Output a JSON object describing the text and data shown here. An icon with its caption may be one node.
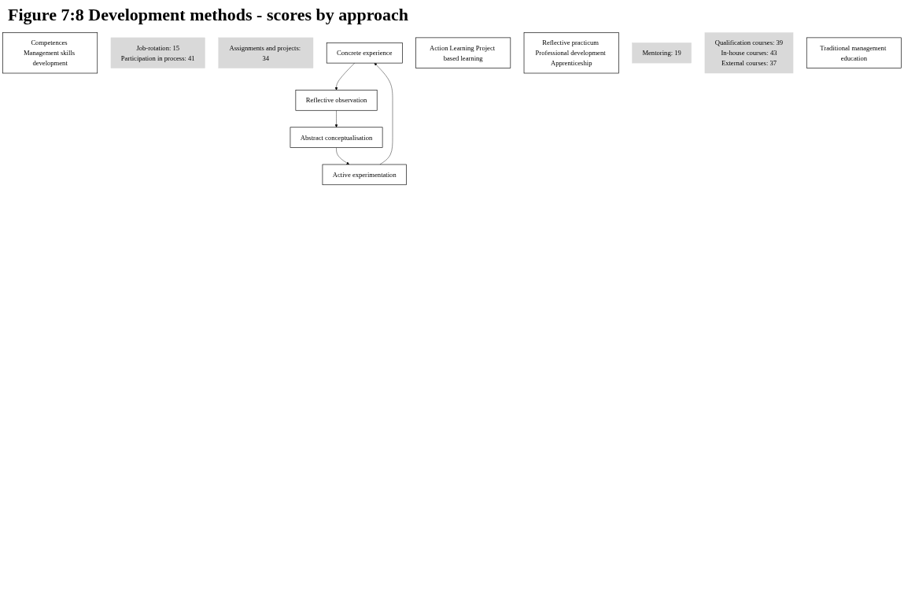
{
  "diagram": {
    "title": "Figure 7:8 Development methods - scores by approach",
    "nodes": [
      {
        "text": [
          "Competences Management skills development"
        ]
      },
      {
        "text": [
          "Job-rotation: 15",
          "Participation in process: 41"
        ]
      },
      {
        "text": [
          "Assignments and projects: 34"
        ]
      },
      {
        "text": [
          "Concrete experience"
        ]
      },
      {
        "text": [
          "Action Learning Project based learning"
        ]
      },
      {
        "text": [
          "Active experimentation"
        ]
      },
      {
        "text": [
          "Reflective observation"
        ]
      },
      {
        "text": [
          "Reflective practicum Professional development Apprenticeship"
        ]
      },
      {
        "text": [
          "Abstract conceptualisation"
        ]
      },
      {
        "text": [
          "Mentoring: 19"
        ]
      },
      {
        "text": [
          "Qualification courses: 39",
          "In-house courses: 43",
          "External courses: 37"
        ]
      },
      {
        "text": [
          "Traditional management education"
        ]
      }
    ],
    "edges": [
      {
        "from": 5,
        "to": 3,
        "arrow": "to"
      },
      {
        "from": 3,
        "to": 6,
        "arrow": "to"
      },
      {
        "from": 6,
        "to": 8,
        "arrow": "to"
      },
      {
        "from": 8,
        "to": 5,
        "arrow": "to"
      }
    ]
  }
}
